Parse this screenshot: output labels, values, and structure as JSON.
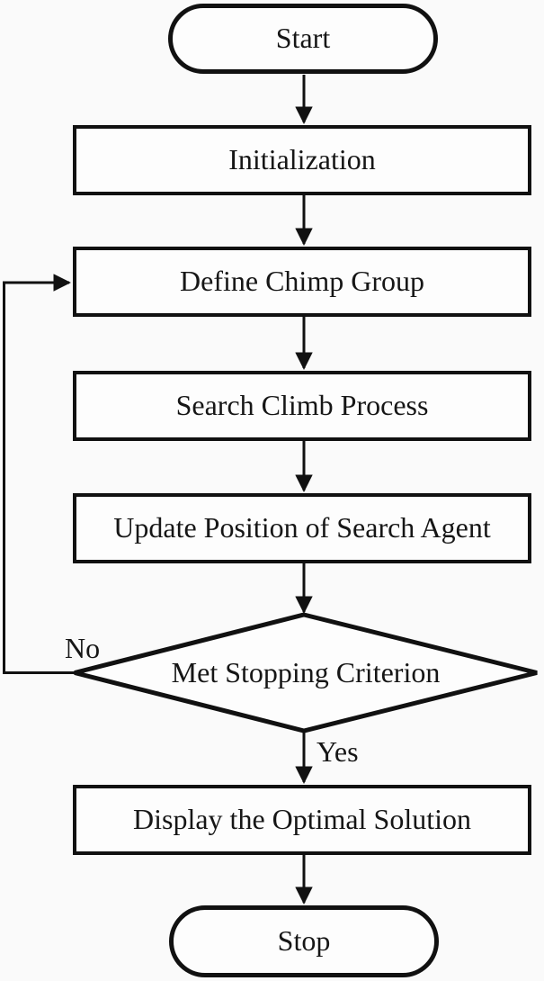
{
  "nodes": {
    "start": "Start",
    "initialization": "Initialization",
    "define_chimp_group": "Define Chimp Group",
    "search_climb_process": "Search Climb Process",
    "update_position": "Update Position of Search Agent",
    "decision": "Met Stopping Criterion",
    "display_solution": "Display the Optimal Solution",
    "stop": "Stop"
  },
  "edge_labels": {
    "no": "No",
    "yes": "Yes"
  },
  "colors": {
    "stroke": "#111111",
    "fill": "#fdfdfd",
    "background": "#fafafa",
    "text": "#161616"
  }
}
